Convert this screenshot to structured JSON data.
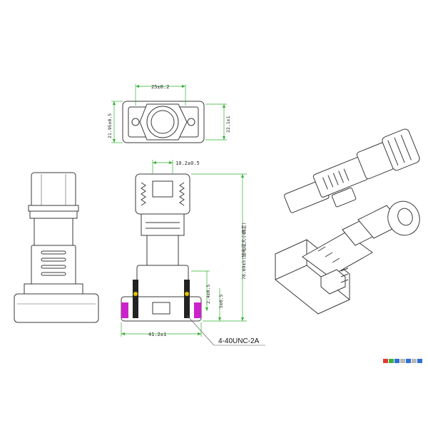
{
  "dimensions": {
    "width_top": "25±0.2",
    "height_top_left": "21.95±0.5",
    "height_top_right": "22.1±1",
    "width_mid": "10.2±0.5",
    "overall_length": "78.69±5(随电缆大小确定)",
    "base_width": "41.2±1",
    "offset_a": "2.4±0.5",
    "offset_b": "5±0.5"
  },
  "callout": {
    "thread_spec": "4-40UNC-2A"
  },
  "colors": {
    "dimension_line": "#2fb02f",
    "accent_magenta": "#cc22cc",
    "accent_cyan": "#22bbcc",
    "outline": "#3a3a3a"
  },
  "badge": {
    "icons": [
      "red-square-icon",
      "green-square-icon",
      "blue-square-icon",
      "grey-square-icon",
      "blue-square-icon",
      "grey-square-icon",
      "blue-square-icon"
    ]
  }
}
